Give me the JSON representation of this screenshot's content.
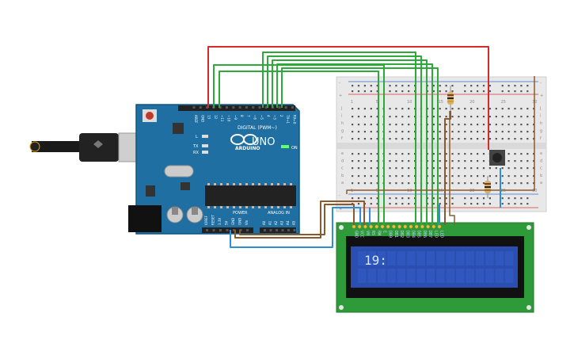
{
  "arduino": {
    "brand": "ARDUINO",
    "model": "UNO",
    "digital_label": "DIGITAL (PWM~)",
    "power_label": "POWER",
    "analog_label": "ANALOG IN",
    "on_label": "ON",
    "led_l": "L",
    "led_tx": "TX",
    "led_rx": "RX",
    "top_pins": [
      "AREF",
      "GND",
      "13",
      "12",
      "~11",
      "~10",
      "~9",
      "8",
      "7",
      "~6",
      "~5",
      "4",
      "~3",
      "2",
      "TX→1",
      "RX←0"
    ],
    "power_pins": [
      "IOREF",
      "RESET",
      "3.3V",
      "5V",
      "GND",
      "GND",
      "Vin"
    ],
    "analog_pins": [
      "A0",
      "A1",
      "A2",
      "A3",
      "A4",
      "A5"
    ]
  },
  "breadboard": {
    "rows_left": [
      "j",
      "i",
      "h",
      "g",
      "f"
    ],
    "rows_right": [
      "e",
      "d",
      "c",
      "b",
      "a"
    ],
    "columns": [
      "1",
      "5",
      "10",
      "15",
      "20",
      "25",
      "30"
    ],
    "rail_minus": "-",
    "rail_plus": "+"
  },
  "lcd": {
    "pin_labels": [
      "GND",
      "VCC",
      "V0",
      "RS",
      "RW",
      "E",
      "DB0",
      "DB1",
      "DB2",
      "DB3",
      "DB4",
      "DB5",
      "DB6",
      "DB7",
      "LED",
      "LED"
    ],
    "display_text": "19:"
  },
  "colors": {
    "board": "#1f6fa3",
    "wire_green": "#2eaa3a",
    "wire_red": "#d42a2a",
    "wire_brown": "#8a5a2e",
    "wire_blue": "#2e8fd6",
    "lcd_pcb": "#2f9a3a",
    "lcd_screen": "#2a4fb0"
  }
}
